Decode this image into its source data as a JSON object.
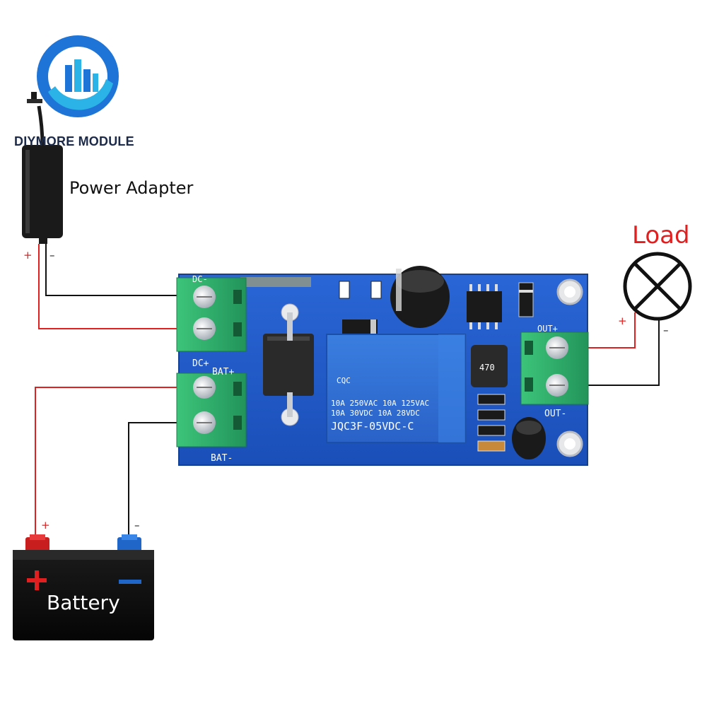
{
  "brand": {
    "name": "DIYMORE MODULE"
  },
  "labels": {
    "power_adapter": "Power Adapter",
    "load": "Load",
    "battery": "Battery"
  },
  "signs": {
    "plus": "+",
    "minus": "–"
  },
  "board": {
    "silk_dc_top": "DC-",
    "silk_dc_plus": "DC+",
    "silk_bat_plus": "BAT+",
    "silk_bat_minus": "BAT-",
    "silk_out_plus": "OUT+",
    "silk_out_minus": "OUT-",
    "relay_line1": "10A  250VAC  10A  125VAC",
    "relay_line2": "10A  30VDC  10A  28VDC",
    "relay_model": "JQC3F-05VDC-C",
    "relay_brand": "CQC",
    "inductor": "470"
  },
  "colors": {
    "wire_positive": "#e02020",
    "wire_negative": "#111111",
    "pcb": "#1e56c4",
    "terminal": "#2fb36a",
    "relay": "#2f6fd6"
  }
}
